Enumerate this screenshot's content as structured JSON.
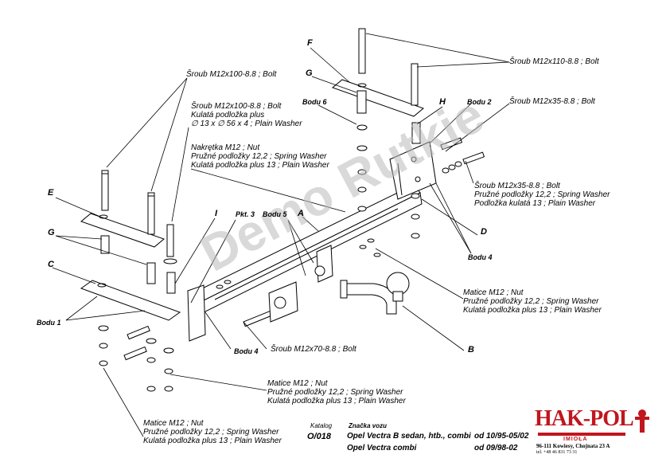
{
  "watermark": "Demo Rutkie",
  "letters": {
    "A": "A",
    "B": "B",
    "C": "C",
    "D": "D",
    "E": "E",
    "F": "F",
    "G": "G",
    "H": "H",
    "I": "I"
  },
  "bodu": {
    "bodu1": "Bodu 1",
    "bodu2": "Bodu 2",
    "bodu4a": "Bodu 4",
    "bodu4b": "Bodu 4",
    "bodu5": "Bodu 5",
    "bodu6": "Bodu 6",
    "pkt3": "Pkt. 3"
  },
  "callouts": {
    "bolt100_left": "Šroub M12x100-8.8 ;  Bolt",
    "bolt100_washer": [
      "Šroub M12x100-8.8 ;  Bolt",
      "Kulatá podložka plus",
      "∅ 13 x ∅ 56 x 4 ; Plain Washer"
    ],
    "nut_top": [
      "Nakrętka  M12 ; Nut",
      "Pružné podložky 12,2 ; Spring Washer",
      "Kulatá podložka plus 13 ; Plain Washer"
    ],
    "bolt110": "Šroub M12x110-8.8 ;  Bolt",
    "bolt35_top": "Šroub M12x35-8.8 ;  Bolt",
    "bolt35_right": [
      "Šroub M12x35-8.8 ;  Bolt",
      "Pružné podložky 12,2 ; Spring Washer",
      "Podložka kulatá 13 ; Plain Washer"
    ],
    "nut_right": [
      "Matice  M12 ; Nut",
      "Pružné podložky 12,2 ; Spring Washer",
      "Kulatá podložka plus 13 ; Plain Washer"
    ],
    "bolt70": "Šroub M12x70-8.8 ;  Bolt",
    "nut_center": [
      "Matice  M12 ; Nut",
      "Pružné podložky 12,2 ; Spring Washer",
      "Kulatá podložka plus 13 ; Plain Washer"
    ],
    "nut_bottom": [
      "Matice  M12 ; Nut",
      "Pružné podložky 12,2 ; Spring Washer",
      "Kulatá podložka plus 13 ; Plain Washer"
    ]
  },
  "footer": {
    "katalog_label": "Katalog",
    "katalog_value": "O/018",
    "znacka_label": "Značka vozu",
    "car1": "Opel Vectra B sedan, htb., combi",
    "car1_date": "od  10/95-05/02",
    "car2": "Opel Vectra combi",
    "car2_date": "od 09/98-02"
  },
  "logo": {
    "name": "HAK-POL",
    "sub": "IMIOŁA",
    "address": "96-111 Kowiesy, Chojnata 23 A",
    "tel": "tel. +48 46 831 73 31",
    "color": "#c0161e"
  }
}
